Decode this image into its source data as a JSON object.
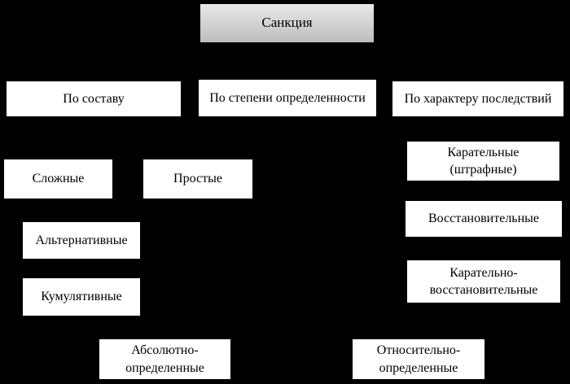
{
  "diagram": {
    "title": "Санкция",
    "colors": {
      "background": "#000000",
      "node_fill": "#ffffff",
      "node_text": "#000000",
      "root_gradient_top": "#e9e9e9",
      "root_gradient_bottom": "#bdbdbd"
    },
    "nodes": {
      "root": "Санкция",
      "by_composition": "По составу",
      "by_certainty": "По степени определенности",
      "by_consequences": "По характеру последствий",
      "complex": "Сложные",
      "simple": "Простые",
      "alternative": "Альтернативные",
      "cumulative": "Кумулятивные",
      "punitive": "Карательные\n(штрафные)",
      "restorative": "Восстановительные",
      "punitive_restorative": "Карательно-\nвосстановительные",
      "absolutely_determined": "Абсолютно-\nопределенные",
      "relatively_determined": "Относительно-\nопределенные"
    }
  }
}
